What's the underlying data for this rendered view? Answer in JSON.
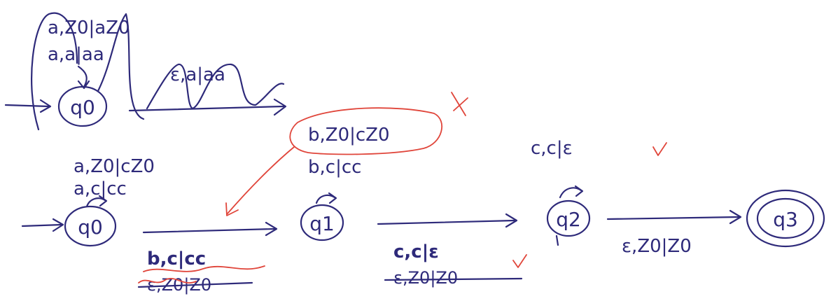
{
  "diagram": {
    "top": {
      "state": "q0",
      "loop_labels": [
        "a,Z0|aZ0",
        "a,a|aa"
      ],
      "edge_label": "ε,a|aa"
    },
    "bottom": {
      "states": [
        "q0",
        "q1",
        "q2",
        "q3"
      ],
      "q0_loop_labels": [
        "a,Z0|cZ0",
        "a,c|cc"
      ],
      "q1_loop_labels": [
        "b,Z0|cZ0",
        "b,c|cc"
      ],
      "q2_loop_label": "c,c|ε",
      "edge_q0_q1": [
        "b,c|cc",
        "ε,Z0|Z0"
      ],
      "edge_q1_q2": [
        "c,c|ε",
        "ε,Z0|Z0"
      ],
      "edge_q2_q3": "ε,Z0|Z0"
    },
    "marks": {
      "cross": "X",
      "check": "v"
    },
    "colors": {
      "ink": "#2e2a7a",
      "correction": "#e0453a"
    }
  }
}
